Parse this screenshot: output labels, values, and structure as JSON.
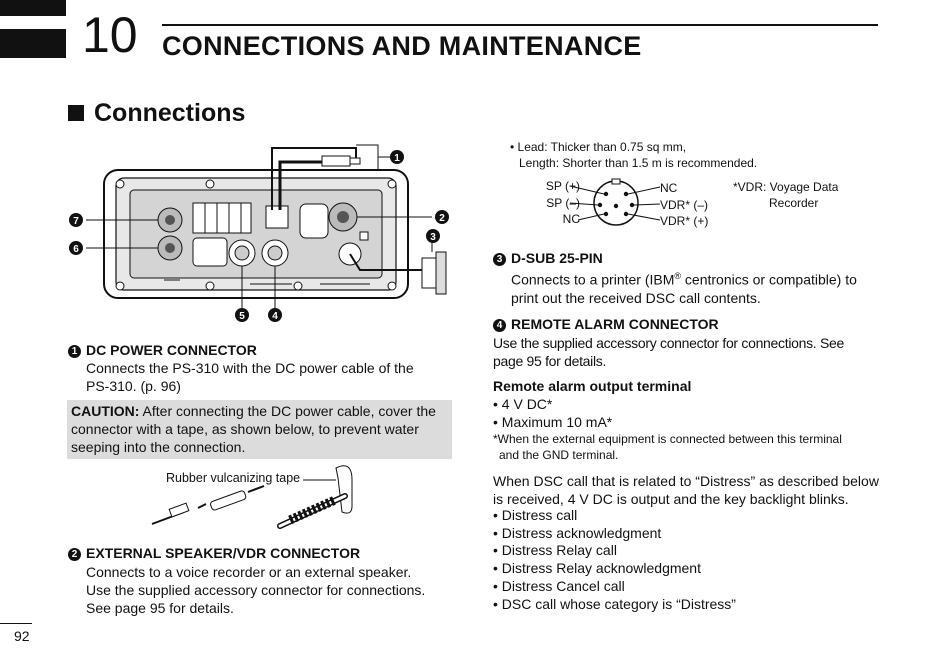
{
  "header": {
    "chapter_number": "10",
    "chapter_title": "CONNECTIONS AND MAINTENANCE"
  },
  "section_title": "Connections",
  "figure": {
    "callouts": [
      "1",
      "2",
      "3",
      "4",
      "5",
      "6",
      "7"
    ],
    "tape_label": "Rubber vulcanizing tape"
  },
  "dc_power": {
    "num": "1",
    "heading": "DC POWER CONNECTOR",
    "text_line1": "Connects the PS-310 with the DC power cable of the",
    "text_line2": "PS-310. (p. 96)"
  },
  "caution": {
    "label": "CAUTION:",
    "text_line1": " After connecting the DC power cable, cover the",
    "text_line2": "connector with a tape, as shown below, to prevent water",
    "text_line3": "seeping into the connection."
  },
  "ext_speaker": {
    "num": "2",
    "heading": "EXTERNAL SPEAKER/VDR CONNECTOR",
    "line1": "Connects to a voice recorder or an external speaker.",
    "line2": "Use the supplied accessory connector for connections.",
    "line3": "See page 95 for details."
  },
  "lead": {
    "line1": "• Lead:   Thicker than 0.75 sq mm,",
    "line2": "Length:  Shorter than 1.5 m is recommended."
  },
  "pinout": {
    "left": [
      "SP (+)",
      "SP (–)",
      "NC"
    ],
    "right": [
      "NC",
      "VDR* (–)",
      "VDR* (+)"
    ],
    "note_line1": "*VDR: Voyage Data",
    "note_line2": "Recorder"
  },
  "dsub": {
    "num": "3",
    "heading": "D-SUB 25-PIN",
    "line1_a": "Connects to a printer (IBM",
    "line1_sup": "®",
    "line1_b": " centronics or compatible) to",
    "line2": "print out the received DSC call contents."
  },
  "remote_alarm": {
    "num": "4",
    "heading": "REMOTE ALARM CONNECTOR",
    "line1": "Use the supplied accessory connector for connections. See",
    "line2": "page 95 for details.",
    "sub_heading": "Remote alarm output terminal",
    "items": [
      "• 4 V DC*",
      "• Maximum 10 mA*"
    ],
    "note_line1": "*When the external equipment is connected between this terminal",
    "note_line2": "and the GND terminal.",
    "desc_line1": "When DSC call that is related to “Distress” as described below",
    "desc_line2": "is received, 4 V DC is output and the key backlight blinks.",
    "calls": [
      "• Distress call",
      "• Distress acknowledgment",
      "• Distress Relay call",
      "• Distress Relay acknowledgment",
      "• Distress Cancel call",
      "• DSC call whose category is “Distress”"
    ]
  },
  "page_number": "92"
}
